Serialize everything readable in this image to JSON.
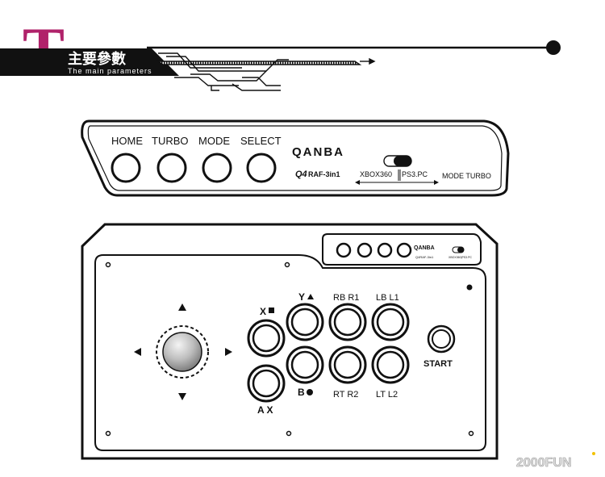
{
  "header": {
    "letter": "T",
    "title_cn": "主要參數",
    "title_en": "The main parameters",
    "colors": {
      "letter": "#b0226a",
      "band": "#111111"
    }
  },
  "top_panel": {
    "buttons": [
      "HOME",
      "TURBO",
      "MODE",
      "SELECT"
    ],
    "brand": "QANBA",
    "model_prefix": "Q4",
    "model": "RAF-3in1",
    "mode_left": "XBOX360",
    "mode_right": "PS3.PC",
    "mode_turbo": "MODE TURBO"
  },
  "main_panel": {
    "mini_brand": "QANBA",
    "mini_model": "Q4RAF-3in1",
    "mini_mode_text": "XBOX360|PS3.PC",
    "button_labels": {
      "x": "X",
      "y": "Y",
      "a": "A X",
      "b": "B",
      "rb": "RB R1",
      "lb": "LB L1",
      "rt": "RT R2",
      "lt": "LT L2",
      "start": "START"
    }
  },
  "watermark": {
    "text": "2000FUN"
  }
}
